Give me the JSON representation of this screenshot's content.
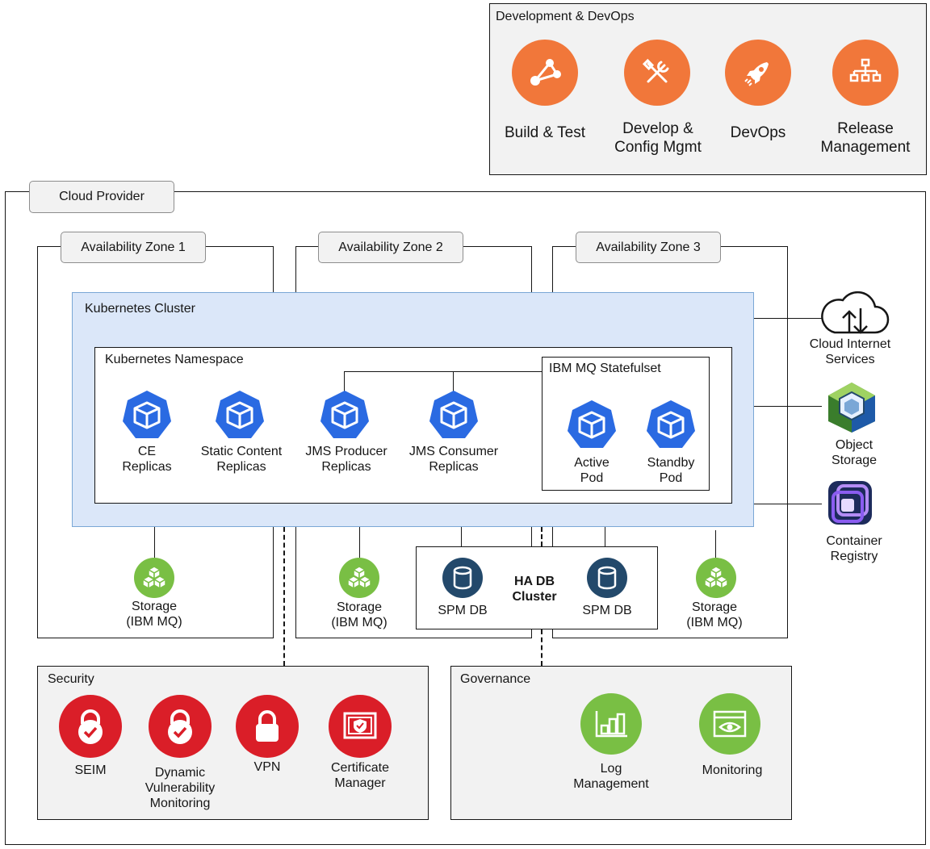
{
  "devops": {
    "title": "Development & DevOps",
    "items": [
      {
        "label": "Build & Test",
        "icon": "hub-icon"
      },
      {
        "label": "Develop &\nConfig Mgmt",
        "icon": "tools-icon"
      },
      {
        "label": "DevOps",
        "icon": "rocket-icon"
      },
      {
        "label": "Release\nManagement",
        "icon": "hierarchy-icon"
      }
    ]
  },
  "cloud_provider": {
    "title": "Cloud Provider"
  },
  "zones": [
    "Availability Zone 1",
    "Availability Zone 2",
    "Availability Zone 3"
  ],
  "cluster": {
    "title": "Kubernetes Cluster",
    "namespace": {
      "title": "Kubernetes Namespace",
      "replicas": [
        "CE\nReplicas",
        "Static Content\nReplicas",
        "JMS Producer\nReplicas",
        "JMS Consumer\nReplicas"
      ],
      "statefulset": {
        "title": "IBM MQ Statefulset",
        "pods": [
          "Active\nPod",
          "Standby\nPod"
        ]
      }
    }
  },
  "services": [
    {
      "label": "Cloud Internet\nServices",
      "icon": "cloud-icon"
    },
    {
      "label": "Object\nStorage",
      "icon": "object-storage-icon"
    },
    {
      "label": "Container\nRegistry",
      "icon": "container-registry-icon"
    }
  ],
  "storage": [
    "Storage\n(IBM MQ)",
    "Storage\n(IBM MQ)",
    "Storage\n(IBM MQ)"
  ],
  "db": {
    "title": "HA DB\nCluster",
    "nodes": [
      "SPM DB",
      "SPM DB"
    ]
  },
  "security": {
    "title": "Security",
    "items": [
      "SEIM",
      "Dynamic\nVulnerability\nMonitoring",
      "VPN",
      "Certificate\nManager"
    ]
  },
  "governance": {
    "title": "Governance",
    "items": [
      "Log\nManagement",
      "Monitoring"
    ]
  },
  "colors": {
    "orange": "#f1773a",
    "red": "#da1e28",
    "blue": "#2a6ae2",
    "green": "#79bf44",
    "navy": "#23496b",
    "cluster_fill": "#dbe7f9",
    "cluster_border": "#7aa7d6",
    "panel_fill": "#f2f2f2"
  }
}
